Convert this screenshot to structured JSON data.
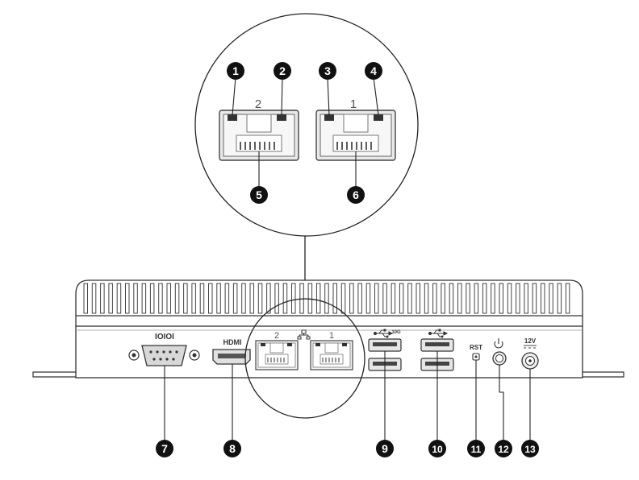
{
  "zoom": {
    "port_labels": [
      "2",
      "1"
    ]
  },
  "panel": {
    "serial_label": "IOIOI",
    "hdmi_label": "HDMI",
    "lan_port_labels": [
      "2",
      "1"
    ],
    "usb_superspeed_mark": "10G",
    "rst_label": "RST",
    "power_symbol": "⏻",
    "dc_label": "12V"
  },
  "callouts": [
    "1",
    "2",
    "3",
    "4",
    "5",
    "6",
    "7",
    "8",
    "9",
    "10",
    "11",
    "12",
    "13"
  ],
  "icons": {
    "network": "network-icon",
    "usb": "usb-icon",
    "power": "power-icon"
  }
}
